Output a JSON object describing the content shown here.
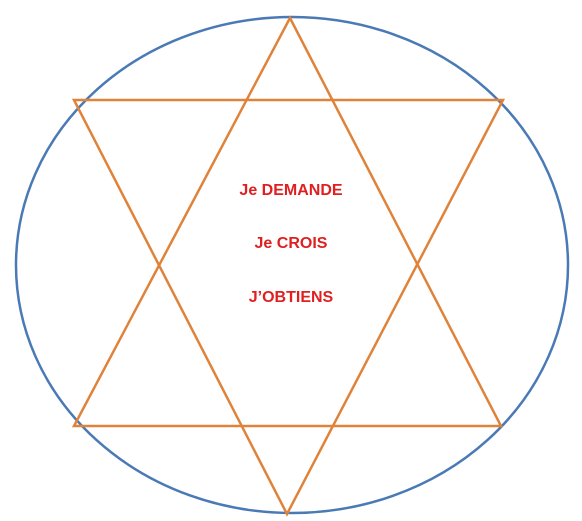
{
  "diagram": {
    "lines": [
      "Je DEMANDE",
      "Je CROIS",
      "J’OBTIENS"
    ]
  },
  "colors": {
    "background": "#ffffff",
    "circle_stroke": "#4a7ab5",
    "star_stroke": "#e0833a",
    "text": "#e02020"
  }
}
